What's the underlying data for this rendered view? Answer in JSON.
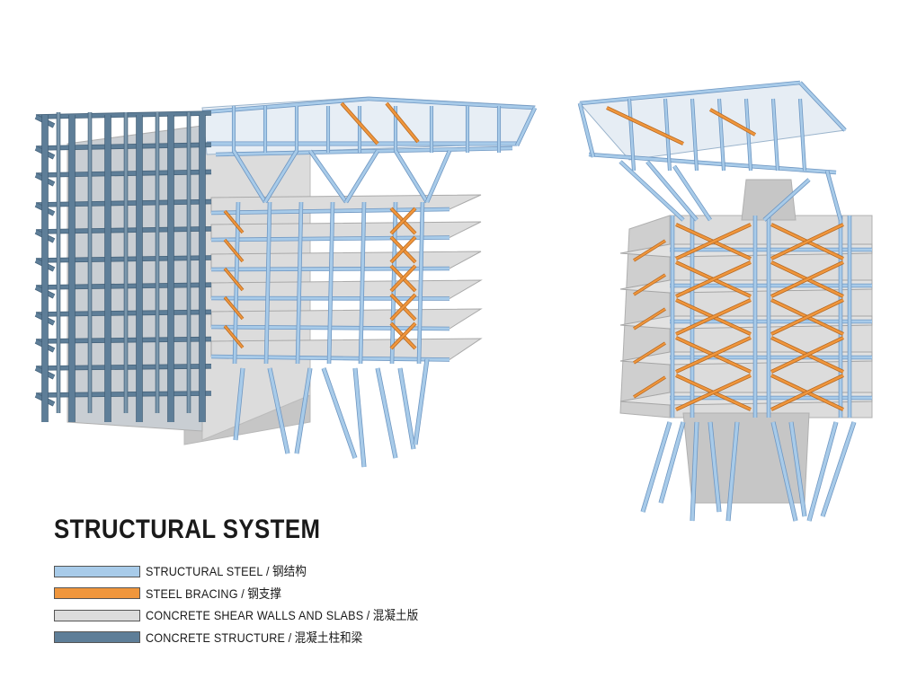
{
  "title": "STRUCTURAL SYSTEM",
  "legend": [
    {
      "label_en": "STRUCTURAL STEEL",
      "label_zh": "钢结构",
      "color": "#a8cbe9"
    },
    {
      "label_en": "STEEL BRACING",
      "label_zh": "钢支撑",
      "color": "#f0963c"
    },
    {
      "label_en": "CONCRETE SHEAR WALLS AND SLABS",
      "label_zh": "混凝土版",
      "color": "#dcdcdc"
    },
    {
      "label_en": "CONCRETE STRUCTURE",
      "label_zh": "混凝土柱和梁",
      "color": "#5e7e98"
    }
  ],
  "separator": " / ",
  "colors": {
    "steel": "#a8cbe9",
    "steel_edge": "#6f97c2",
    "bracing": "#f0963c",
    "concrete": "#dcdcdc",
    "concrete_dark": "#c6c6c6",
    "concrete_structure": "#5e7e98",
    "concrete_structure_edge": "#45627a"
  }
}
